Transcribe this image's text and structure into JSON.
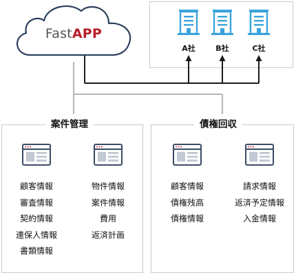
{
  "cloud": {
    "brand_part1": "Fast",
    "brand_part2": "APP"
  },
  "companies": [
    {
      "label": "A社"
    },
    {
      "label": "B社"
    },
    {
      "label": "C社"
    }
  ],
  "sections": [
    {
      "title": "案件管理",
      "columns": [
        [
          "顧客情報",
          "審査情報",
          "契約情報",
          "連保人情報",
          "書類情報"
        ],
        [
          "物件情報",
          "案件情報",
          "費用",
          "返済計画"
        ]
      ]
    },
    {
      "title": "債権回収",
      "columns": [
        [
          "顧客情報",
          "債権残高",
          "債権情報"
        ],
        [
          "請求情報",
          "返済予定情報",
          "入金情報"
        ]
      ]
    }
  ],
  "colors": {
    "cloud_stroke": "#2b3f5c",
    "connector": "#1a1a1a",
    "box_border": "#c9c9c9",
    "building": "#3aa3dc",
    "window_frame": "#3b4a63",
    "brand_accent": "#b71c2b"
  },
  "icons": [
    "cloud-icon",
    "building-icon",
    "browser-window-icon"
  ]
}
